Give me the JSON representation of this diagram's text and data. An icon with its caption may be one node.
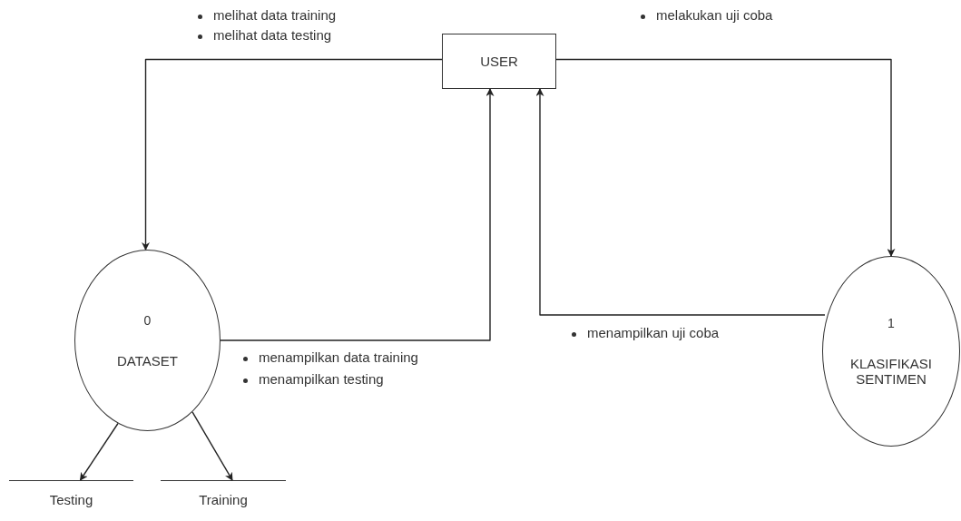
{
  "diagram": {
    "nodes": [
      {
        "text": [
          "USER"
        ]
      },
      {
        "text": [
          "0",
          "DATASET"
        ]
      },
      {
        "text": [
          "1",
          "KLASIFIKASI SENTIMEN"
        ]
      },
      {
        "text": [
          "Testing"
        ]
      },
      {
        "text": [
          "Training"
        ]
      }
    ],
    "edges": [
      {
        "from": 0,
        "to": 1,
        "arrow": "to"
      },
      {
        "from": 0,
        "to": 2,
        "arrow": "to"
      },
      {
        "from": 1,
        "to": 0,
        "arrow": "to"
      },
      {
        "from": 2,
        "to": 0,
        "arrow": "to"
      },
      {
        "from": 1,
        "to": 3,
        "arrow": "to"
      },
      {
        "from": 1,
        "to": 4,
        "arrow": "to"
      }
    ],
    "labels": [
      "melihat data training",
      "melihat data testing",
      "melakukan uji coba",
      "menampilkan uji coba",
      "menampilkan data training",
      "menampilkan testing"
    ]
  }
}
